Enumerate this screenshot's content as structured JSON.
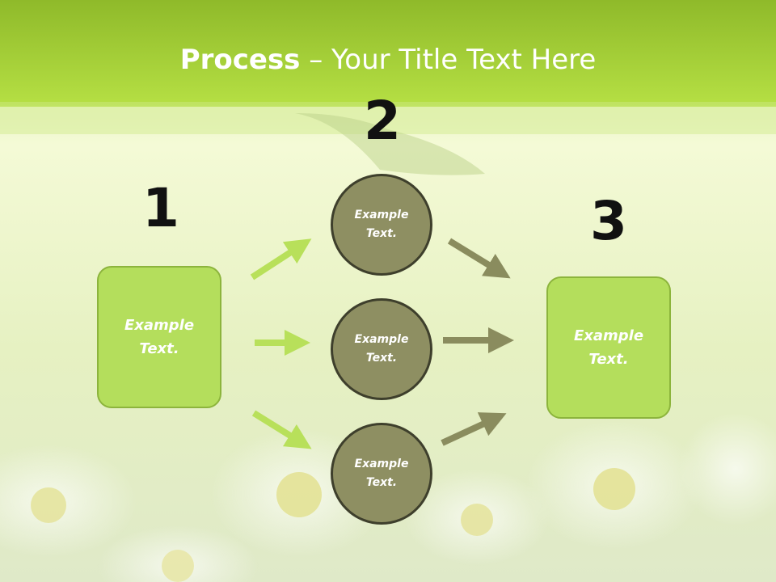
{
  "title": {
    "bold": "Process",
    "rest": " – Your Title Text Here"
  },
  "steps": {
    "one": "1",
    "two": "2",
    "three": "3"
  },
  "boxes": {
    "left": "Example\nText.",
    "right": "Example\nText."
  },
  "circles": {
    "top": "Example\nText.",
    "middle": "Example\nText.",
    "bottom": "Example\nText."
  },
  "colors": {
    "header": "#9ccc2e",
    "box": "#b4de5c",
    "circle": "#8e8f62",
    "arrow_light": "#b8e05a",
    "arrow_dark": "#8a8c5e"
  }
}
